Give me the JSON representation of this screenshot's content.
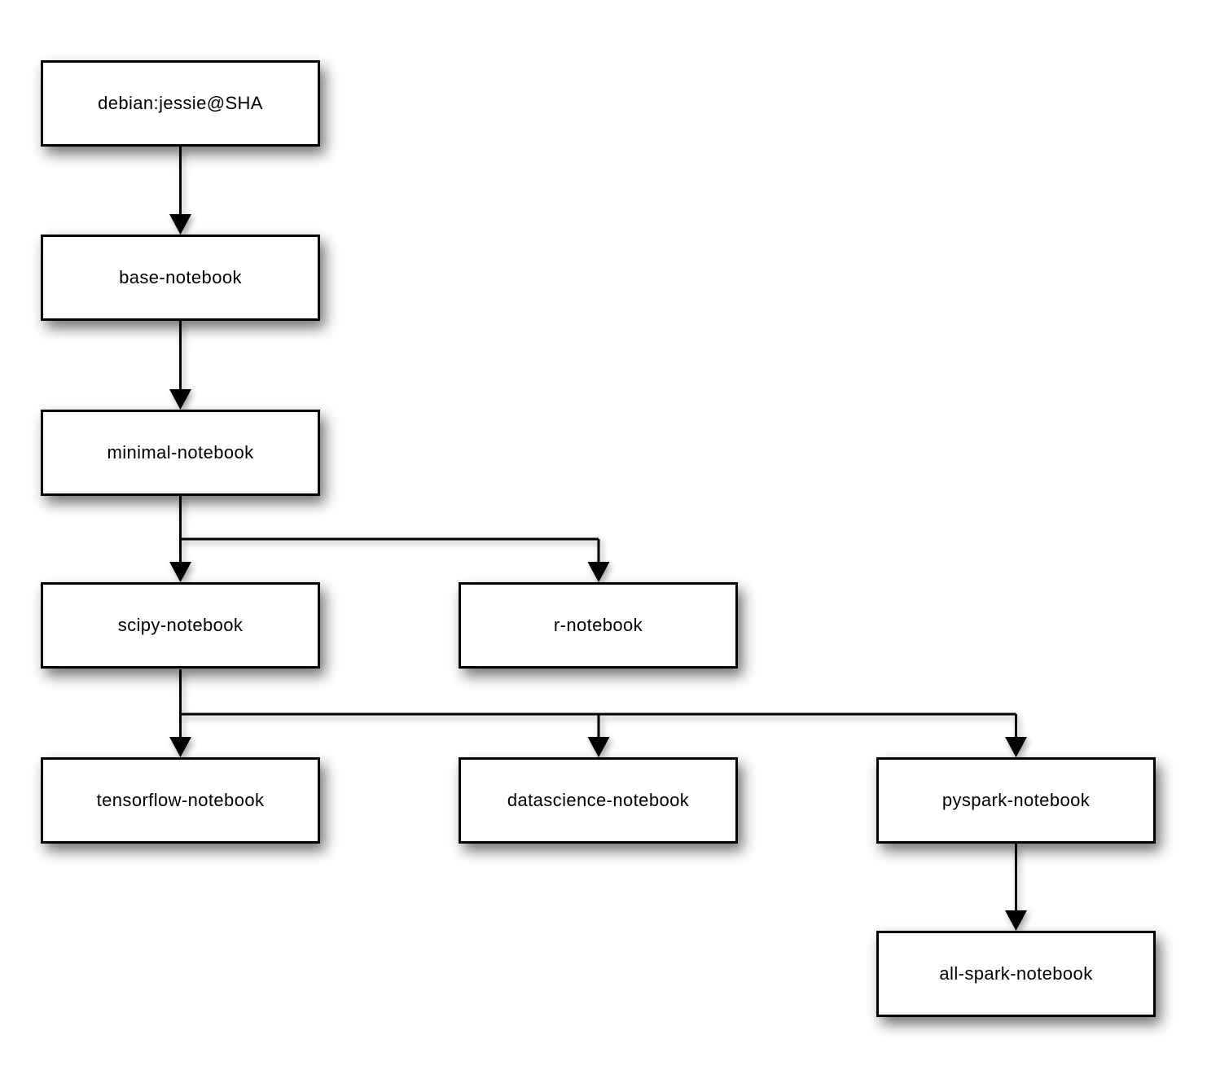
{
  "diagram": {
    "type": "flowchart",
    "background_color": "#ffffff",
    "box_fill_color": "#ffffff",
    "box_border_color": "#000000",
    "connector_color": "#000000",
    "nodes": [
      {
        "id": "debian-jessie",
        "label": "debian:jessie@SHA"
      },
      {
        "id": "base-notebook",
        "label": "base-notebook"
      },
      {
        "id": "minimal-notebook",
        "label": "minimal-notebook"
      },
      {
        "id": "scipy-notebook",
        "label": "scipy-notebook"
      },
      {
        "id": "r-notebook",
        "label": "r-notebook"
      },
      {
        "id": "tensorflow-notebook",
        "label": "tensorflow-notebook"
      },
      {
        "id": "datascience-notebook",
        "label": "datascience-notebook"
      },
      {
        "id": "pyspark-notebook",
        "label": "pyspark-notebook"
      },
      {
        "id": "all-spark-notebook",
        "label": "all-spark-notebook"
      }
    ],
    "edges": [
      {
        "from": "debian-jessie",
        "to": "base-notebook"
      },
      {
        "from": "base-notebook",
        "to": "minimal-notebook"
      },
      {
        "from": "minimal-notebook",
        "to": "scipy-notebook"
      },
      {
        "from": "minimal-notebook",
        "to": "r-notebook"
      },
      {
        "from": "scipy-notebook",
        "to": "tensorflow-notebook"
      },
      {
        "from": "scipy-notebook",
        "to": "datascience-notebook"
      },
      {
        "from": "scipy-notebook",
        "to": "pyspark-notebook"
      },
      {
        "from": "pyspark-notebook",
        "to": "all-spark-notebook"
      }
    ]
  }
}
